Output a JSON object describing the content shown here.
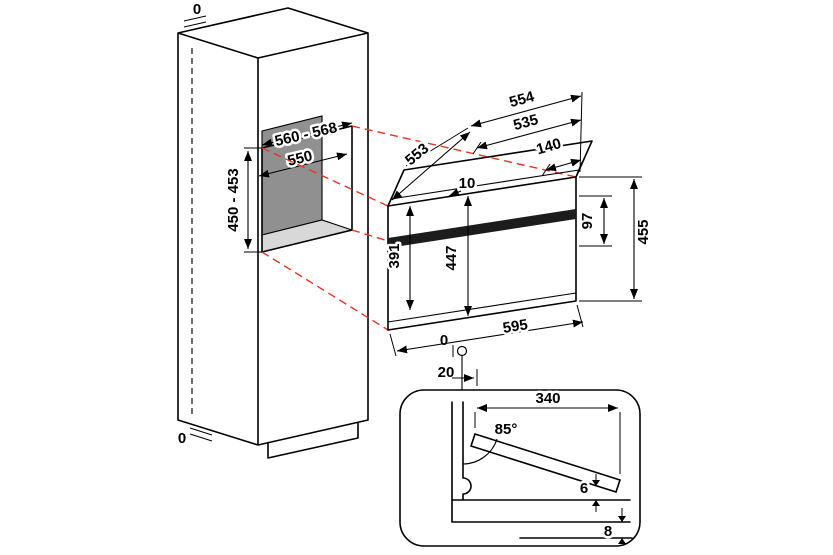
{
  "diagram": {
    "colors": {
      "line": "#000000",
      "projection": "#ea3323",
      "niche_back": "#909090",
      "niche_floor": "#d8d8d8",
      "door_band": "#1c1c1c",
      "background": "#ffffff"
    },
    "cabinet": {
      "top_gap": "0",
      "bottom_gap": "0"
    },
    "niche": {
      "width": "560 - 568",
      "depth": "550",
      "height": "450 - 453"
    },
    "oven": {
      "depth_total": "554",
      "depth_body": "535",
      "depth_front": "140",
      "top_depth": "553",
      "front_protrusion": "10",
      "body_height": "391",
      "front_height": "447",
      "panel_height": "97",
      "total_height": "455",
      "width": "595",
      "flush": "0",
      "front_clearance": "20"
    },
    "door_detail": {
      "door_length": "340",
      "opening_angle": "85°",
      "tip_clearance": "6",
      "bottom_clearance": "8"
    }
  }
}
